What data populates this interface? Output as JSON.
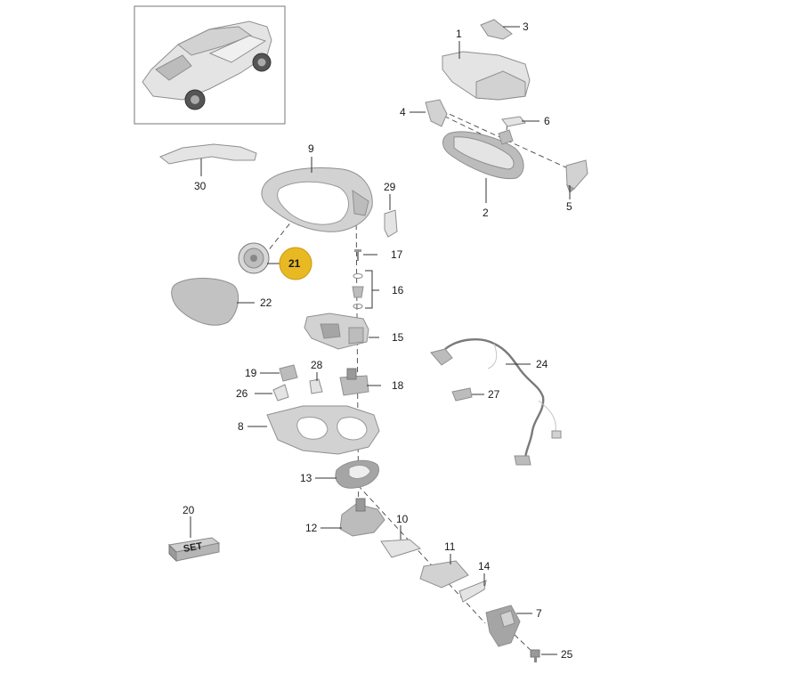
{
  "diagram": {
    "labels": {
      "p1": "1",
      "p2": "2",
      "p3": "3",
      "p4": "4",
      "p5": "5",
      "p6": "6",
      "p7": "7",
      "p8": "8",
      "p9": "9",
      "p10": "10",
      "p11": "11",
      "p12": "12",
      "p13": "13",
      "p14": "14",
      "p15": "15",
      "p16": "16",
      "p17": "17",
      "p18": "18",
      "p19": "19",
      "p20": "20",
      "p21": "21",
      "p22": "22",
      "p24": "24",
      "p25": "25",
      "p26": "26",
      "p27": "27",
      "p28": "28",
      "p29": "29",
      "p30": "30"
    },
    "set_box_text": "SET",
    "highlight_color": "#e8b923"
  }
}
